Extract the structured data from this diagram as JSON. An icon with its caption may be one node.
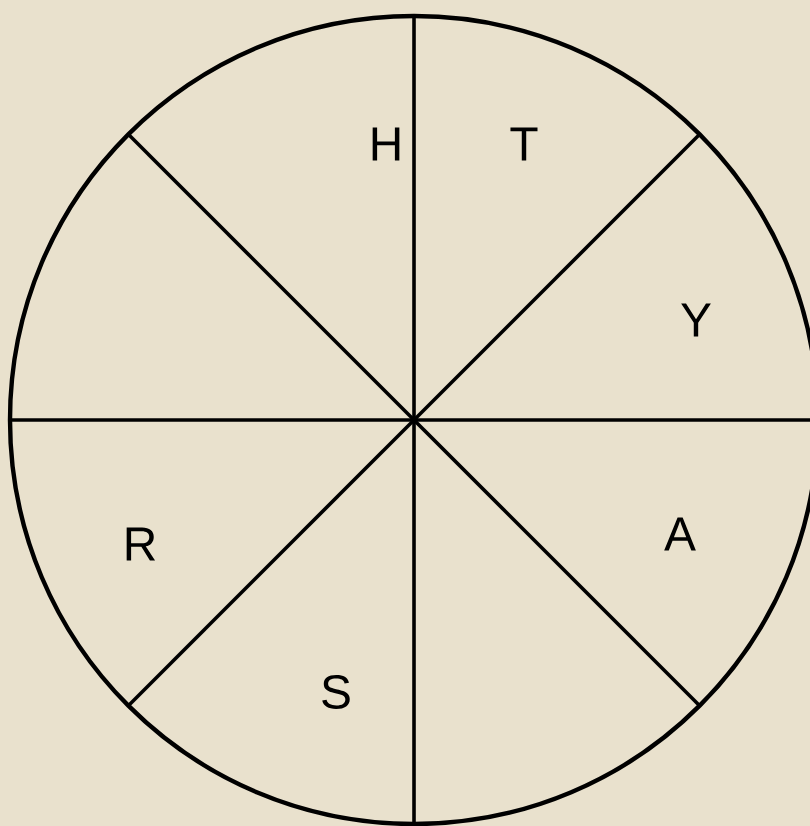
{
  "diagram": {
    "labels": [
      "H",
      "T",
      "Y",
      "R",
      "A",
      "S"
    ]
  }
}
